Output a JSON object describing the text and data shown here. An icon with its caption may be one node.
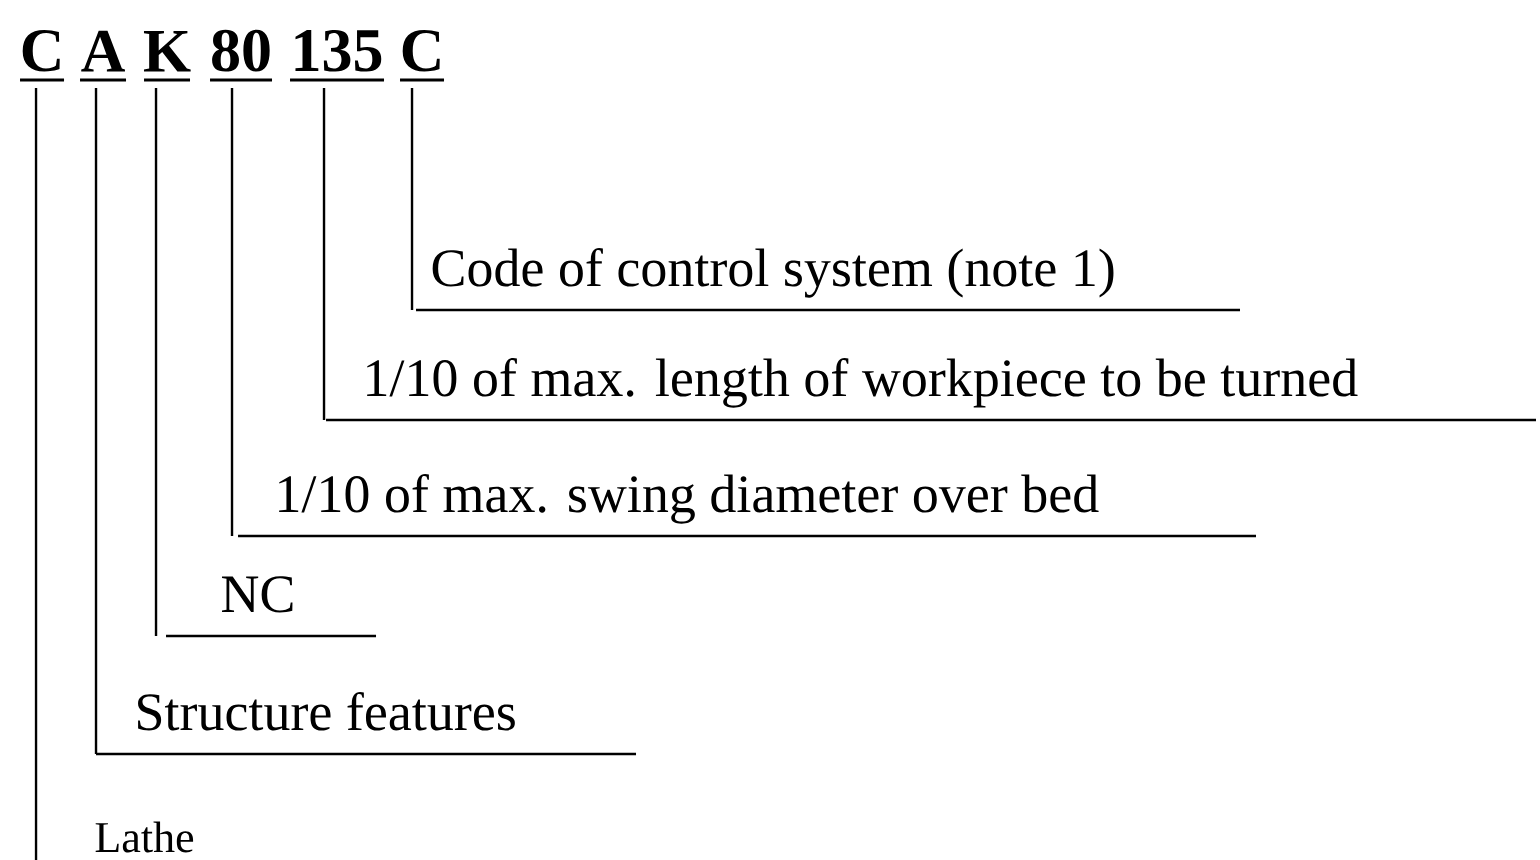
{
  "diagram": {
    "nodes": [
      {
        "text": [
          "C"
        ]
      },
      {
        "text": [
          "A"
        ]
      },
      {
        "text": [
          "K"
        ]
      },
      {
        "text": [
          "80"
        ]
      },
      {
        "text": [
          "135"
        ]
      },
      {
        "text": [
          "C"
        ]
      },
      {
        "text": [
          "Code of control system (note 1)"
        ]
      },
      {
        "text": [
          "1/10 of max. length of workpiece to be turned"
        ]
      },
      {
        "text": [
          "1/10 of max. swing diameter over bed"
        ]
      },
      {
        "text": [
          "NC"
        ]
      },
      {
        "text": [
          "Structure features"
        ]
      },
      {
        "text": [
          "Lathe"
        ]
      }
    ],
    "edges": [
      {
        "from": 5,
        "to": 6,
        "arrow": "none"
      },
      {
        "from": 4,
        "to": 7,
        "arrow": "none"
      },
      {
        "from": 3,
        "to": 8,
        "arrow": "none"
      },
      {
        "from": 2,
        "to": 9,
        "arrow": "none"
      },
      {
        "from": 1,
        "to": 10,
        "arrow": "none"
      },
      {
        "from": 0,
        "to": 11,
        "arrow": "none"
      }
    ]
  }
}
